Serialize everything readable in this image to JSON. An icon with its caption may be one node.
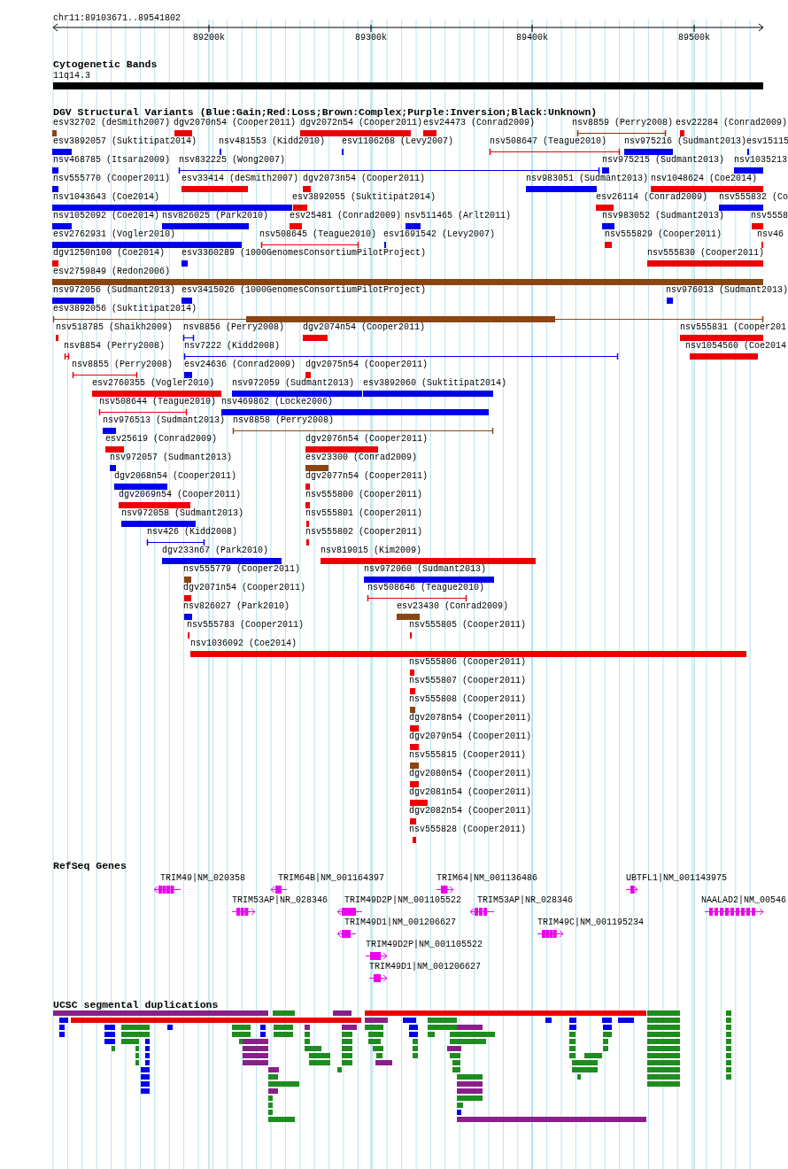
{
  "diagram": {
    "labels": [
      "chr11:89103671..89541802",
      "89200k",
      "89300k",
      "89400k",
      "89500k",
      "Cytogenetic Bands",
      "11q14.3",
      "DGV Structural Variants (Blue:Gain;Red:Loss;Brown:Complex;Purple:Inversion;Black:Unknown)",
      "esv32702 (deSmith2007)",
      "dgv2070n54 (Cooper2011)",
      "dgv2072n54 (Cooper2011)",
      "esv24473 (Conrad2009)",
      "nsv8859 (Perry2008)",
      "esv22284 (Conrad2009)",
      "esv3892057 (Suktitipat2014)",
      "nsv481553 (Kidd2010)",
      "esv1106268 (Levy2007)",
      "nsv508647 (Teague2010)",
      "nsv975216 (Sudmant2013)",
      "esv15115",
      "nsv468785 (Itsara2009)",
      "nsv832225 (Wong2007)",
      "nsv975215 (Sudmant2013)",
      "nsv1035213",
      "nsv555770 (Cooper2011)",
      "esv33414 (deSmith2007)",
      "dgv2073n54 (Cooper2011)",
      "nsv983051 (Sudmant2013)",
      "nsv1048624 (Coe2014)",
      "nsv1043643 (Coe2014)",
      "esv3892055 (Suktitipat2014)",
      "esv26114 (Conrad2009)",
      "nsv555832 (Co",
      "nsv1052092 (Coe2014)",
      "nsv826025 (Park2010)",
      "esv25481 (Conrad2009)",
      "nsv511465 (Arlt2011)",
      "nsv983052 (Sudmant2013)",
      "nsv5558",
      "esv2762931 (Vogler2010)",
      "nsv508645 (Teague2010)",
      "esv1691542 (Levy2007)",
      "nsv555829 (Cooper2011)",
      "nsv46",
      "dgv1250n100 (Coe2014)",
      "esv3360289 (1000GenomesConsortiumPilotProject)",
      "nsv555830 (Cooper2011)",
      "esv2759849 (Redon2006)",
      "nsv972056 (Sudmant2013)",
      "esv3415026 (1000GenomesConsortiumPilotProject)",
      "nsv976013 (Sudmant2013)",
      "esv3892056 (Suktitipat2014)",
      "nsv518785 (Shaikh2009)",
      "nsv8856 (Perry2008)",
      "dgv2074n54 (Cooper2011)",
      "nsv555831 (Cooper201",
      "nsv8854 (Perry2008)",
      "nsv7222 (Kidd2008)",
      "nsv1054560 (Coe2014",
      "nsv8855 (Perry2008)",
      "esv24636 (Conrad2009)",
      "dgv2075n54 (Cooper2011)",
      "esv2760355 (Vogler2010)",
      "nsv972059 (Sudmant2013)",
      "esv3892060 (Suktitipat2014)",
      "nsv508644 (Teague2010)",
      "nsv469862 (Locke2006)",
      "nsv976513 (Sudmant2013)",
      "nsv8858 (Perry2008)",
      "esv25619 (Conrad2009)",
      "dgv2076n54 (Cooper2011)",
      "nsv972057 (Sudmant2013)",
      "esv23300 (Conrad2009)",
      "dgv2068n54 (Cooper2011)",
      "dgv2077n54 (Cooper2011)",
      "dgv2069n54 (Cooper2011)",
      "nsv555800 (Cooper2011)",
      "nsv972058 (Sudmant2013)",
      "nsv555801 (Cooper2011)",
      "nsv426 (Kidd2008)",
      "nsv555802 (Cooper2011)",
      "dgv233n67 (Park2010)",
      "nsv819015 (Kim2009)",
      "nsv555779 (Cooper2011)",
      "nsv972060 (Sudmant2013)",
      "dgv2071n54 (Cooper2011)",
      "nsv508646 (Teague2010)",
      "nsv826027 (Park2010)",
      "esv23430 (Conrad2009)",
      "nsv555783 (Cooper2011)",
      "nsv555805 (Cooper2011)",
      "nsv1036092 (Coe2014)",
      "nsv555806 (Cooper2011)",
      "nsv555807 (Cooper2011)",
      "nsv555808 (Cooper2011)",
      "dgv2078n54 (Cooper2011)",
      "dgv2079n54 (Cooper2011)",
      "nsv555815 (Cooper2011)",
      "dgv2080n54 (Cooper2011)",
      "dgv2081n54 (Cooper2011)",
      "dgv2082n54 (Cooper2011)",
      "nsv555828 (Cooper2011)",
      "RefSeq Genes",
      "TRIM49|NM_020358",
      "TRIM64B|NM_001164397",
      "TRIM64|NM_001136486",
      "UBTFL1|NM_001143975",
      "TRIM53AP|NR_028346",
      "TRIM49D2P|NM_001105522",
      "TRIM53AP|NR_028346",
      "NAALAD2|NM_00546",
      "TRIM49D1|NM_001206627",
      "TRIM49C|NM_001195234",
      "TRIM49D2P|NM_001105522",
      "TRIM49D1|NM_001206627",
      "UCSC segmental duplications"
    ]
  }
}
